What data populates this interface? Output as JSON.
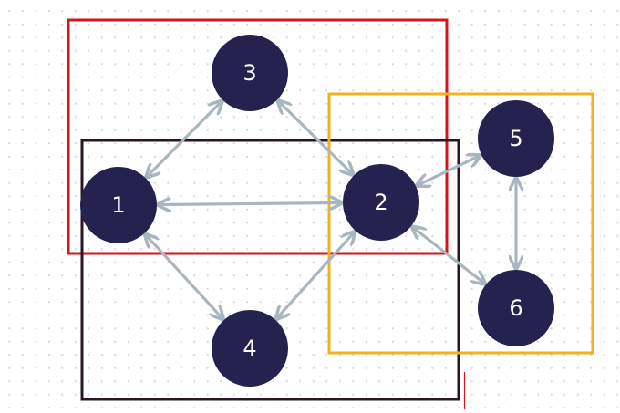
{
  "colors": {
    "node_fill": "#25224f",
    "edge": "#a8b6c0",
    "group_red": "#d4151b",
    "group_dark": "#2a1525",
    "group_yellow": "#f0b31a",
    "marker_red": "#d4151b"
  },
  "nodes": [
    {
      "id": "1",
      "label": "1"
    },
    {
      "id": "2",
      "label": "2"
    },
    {
      "id": "3",
      "label": "3"
    },
    {
      "id": "4",
      "label": "4"
    },
    {
      "id": "5",
      "label": "5"
    },
    {
      "id": "6",
      "label": "6"
    }
  ],
  "edges": [
    {
      "from": "1",
      "to": "3",
      "bidirectional": true
    },
    {
      "from": "3",
      "to": "2",
      "bidirectional": true
    },
    {
      "from": "1",
      "to": "2",
      "bidirectional": true
    },
    {
      "from": "1",
      "to": "4",
      "bidirectional": true
    },
    {
      "from": "4",
      "to": "2",
      "bidirectional": true
    },
    {
      "from": "2",
      "to": "5",
      "bidirectional": true
    },
    {
      "from": "2",
      "to": "6",
      "bidirectional": true
    },
    {
      "from": "5",
      "to": "6",
      "bidirectional": true
    }
  ],
  "groups": [
    {
      "id": "red",
      "members": [
        "3",
        "1",
        "2"
      ]
    },
    {
      "id": "dark",
      "members": [
        "1",
        "2",
        "4"
      ]
    },
    {
      "id": "yellow",
      "members": [
        "2",
        "5",
        "6"
      ]
    }
  ]
}
